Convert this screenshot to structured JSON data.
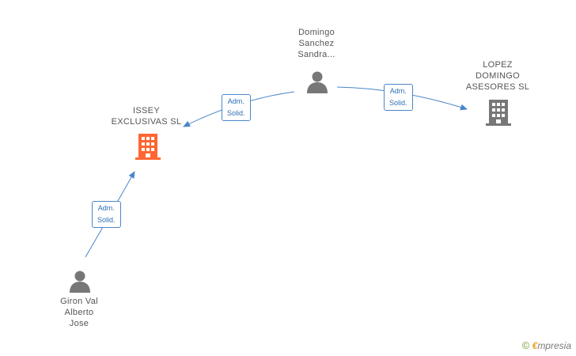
{
  "nodes": {
    "domingo": {
      "label": "Domingo\nSanchez\nSandra...",
      "type": "person",
      "color": "#777777"
    },
    "lopez": {
      "label": "LOPEZ\nDOMINGO\nASESORES  SL",
      "type": "company",
      "color": "#777777"
    },
    "issey": {
      "label": "ISSEY\nEXCLUSIVAS SL",
      "type": "company",
      "color": "#ff6633"
    },
    "giron": {
      "label": "Giron Val\nAlberto\nJose",
      "type": "person",
      "color": "#777777"
    }
  },
  "edges": {
    "e1": {
      "line1": "Adm.",
      "line2": "Solid."
    },
    "e2": {
      "line1": "Adm.",
      "line2": "Solid."
    },
    "e3": {
      "line1": "Adm.",
      "line2": "Solid."
    }
  },
  "colors": {
    "edge": "#4a86c8"
  },
  "watermark": {
    "copy": "©",
    "brand_e": "€",
    "brand": "mpresia"
  }
}
